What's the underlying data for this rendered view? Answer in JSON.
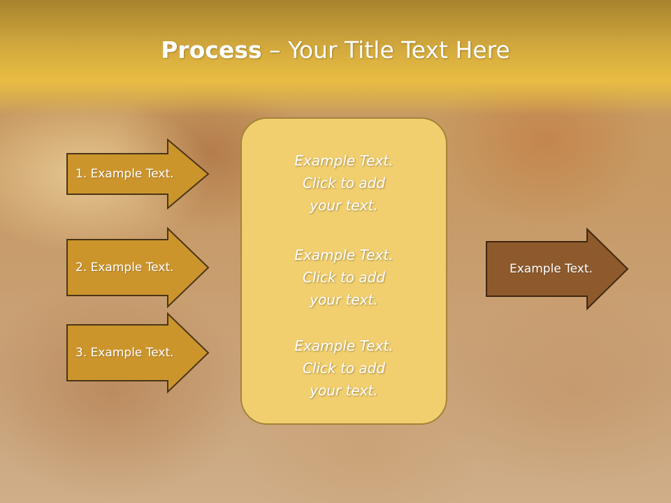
{
  "title": {
    "bold": "Process",
    "separator": " – ",
    "rest": "Your Title Text Here"
  },
  "left_arrows": [
    {
      "label": "1. Example Text."
    },
    {
      "label": "2. Example Text."
    },
    {
      "label": "3. Example Text."
    }
  ],
  "center_blocks": [
    {
      "line1": "Example Text.",
      "line2": "Click  to add",
      "line3": "your text."
    },
    {
      "line1": "Example Text.",
      "line2": "Click  to add",
      "line3": "your text."
    },
    {
      "line1": "Example Text.",
      "line2": "Click  to add",
      "line3": "your text."
    }
  ],
  "right_arrow": {
    "label": "Example Text."
  },
  "colors": {
    "arrow_gold": "#cc952c",
    "arrow_brown": "#8e5a2c",
    "box": "#f2cf6e"
  }
}
